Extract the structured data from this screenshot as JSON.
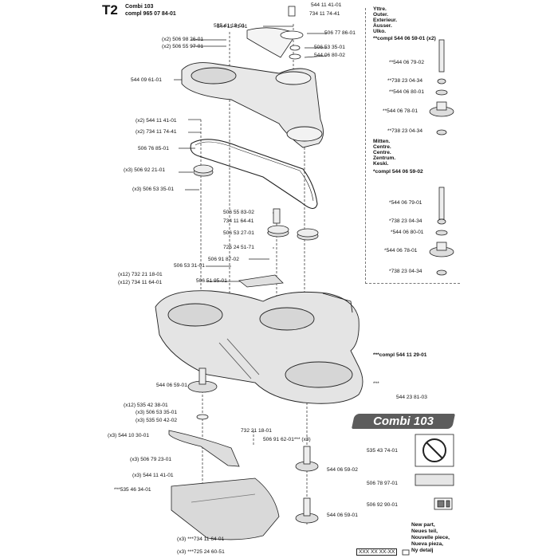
{
  "header": {
    "section": "T2",
    "model": "Combi 103",
    "compl": "compl 965 07 84-01"
  },
  "languages": {
    "outer": [
      "Yttre.",
      "Outer.",
      "Exterieur.",
      "Äusser.",
      "Ulko."
    ],
    "outer_compl": "**compl 544 06 59-01 (x2)",
    "center": [
      "Mitten.",
      "Centre.",
      "Centre.",
      "Zentrum.",
      "Keski."
    ],
    "center_compl": "*compl 544 06 59-02"
  },
  "labels": {
    "p1": "544 11 41-01",
    "p2": "734 11 74-41",
    "p3": "535 41 19-01",
    "p4": "506 77 86-01",
    "p5": "(x2) 506 98 26-01",
    "p6": "(x2) 506 55 97-01",
    "p7": "506 53 35-01",
    "p8": "544 06 80-02",
    "p9": "544 09 61-01",
    "p10": "(x2) 544 11 41-01",
    "p11": "(x2) 734 11 74-41",
    "p12": "506 76 85-01",
    "p13": "(x3) 506 92 21-01",
    "p14": "(x3) 506 53 35-01",
    "p15": "506 55 83-02",
    "p16": "734 11 64-41",
    "p17": "506 53 27-01",
    "p18": "725 24 51-71",
    "p19": "506 91 87-02",
    "p20": "506 53 31-01",
    "p21": "(x12) 732 21 18-01",
    "p22": "(x12) 734 11 64-01",
    "p23": "506 51 95-01",
    "p24": "***compl 544 11 29-01",
    "p25": "544 06 59-01",
    "p26": "***",
    "p27": "544 23 81-03",
    "p28": "(x12) 535 42 38-01",
    "p29": "(x3) 506 53 35-01",
    "p30": "(x3) 535 50 42-02",
    "p31": "732 21 18-01",
    "p32": "(x3) 544 10 30-01",
    "p33": "506 91 62-01*** (x3)",
    "p34": "535 43 74-01",
    "p35": "(x3) 506 79 23-01",
    "p36": "544 06 59-02",
    "p37": "(x3) 544 11 41-01",
    "p38": "506 78 97-01",
    "p39": "***535 46 34-01",
    "p40": "506 92 90-01",
    "p41": "544 06 59-01",
    "p42": "(x3) ***734 11 64-01",
    "p43": "(x3) ***725 24 60-51",
    "i1": "**544 06 79-02",
    "i2": "**738 23 04-34",
    "i3": "**544 06 80-01",
    "i4": "**544 06 78-01",
    "i5": "**738 23 04-34",
    "i6": "*544 06 79-01",
    "i7": "*738 23 04-34",
    "i8": "*544 06 80-01",
    "i9": "*544 06 78-01",
    "i10": "*738 23 04-34"
  },
  "logo": "Combi 103",
  "legend": {
    "new_part": [
      "New part,",
      "Neues teil,",
      "Nouvelle piece,",
      "Nueva pieza,",
      "Ny detalj"
    ],
    "code": "XXX XX XX-XX"
  }
}
